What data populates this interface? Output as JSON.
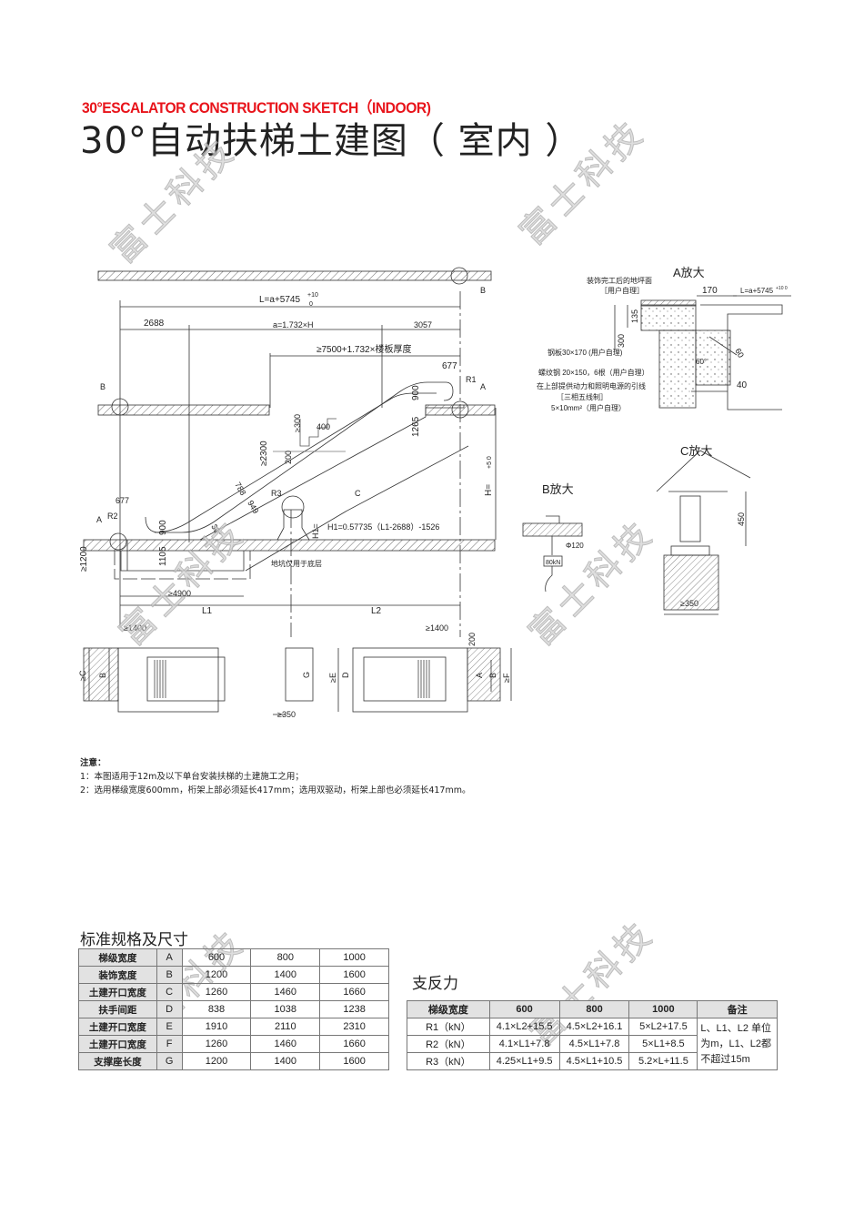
{
  "header": {
    "title_en": "30°ESCALATOR  CONSTRUCTION SKETCH（INDOOR)",
    "title_cn": "30°自动扶梯土建图（ 室内 ）"
  },
  "watermark": "富士科技",
  "drawing": {
    "main": {
      "L_total": "L=a+5745",
      "L_tol_upper": "+10",
      "L_tol_lower": "0",
      "d_2688": "2688",
      "d_a": "a=1.732×H",
      "d_3057": "3057",
      "d_min": "≥7500+1.732×楼板厚度",
      "d_677_top": "677",
      "d_677_bot": "677",
      "R1": "R1",
      "R2": "R2",
      "R3": "R3",
      "A_top": "A",
      "A_bot": "A",
      "B_left": "B",
      "B_top": "B",
      "C": "C",
      "d_900_top": "900",
      "d_1265": "1265",
      "d_300": "≥300",
      "d_400": "400",
      "d_200": "200",
      "d_2300": "≥2300",
      "d_788": "788",
      "d_949": "949",
      "d_30": "30°",
      "d_900_bot": "900",
      "d_1105": "1105",
      "d_1200": "≥1200",
      "H": "H=",
      "H_tol": "+5 0",
      "H1": "H1=",
      "H1_formula": "H1=0.57735（L1-2688）-1526",
      "pit_note": "地坑仅用于底层",
      "d_4900": "≥4900",
      "L1": "L1",
      "L2": "L2"
    },
    "plan": {
      "d_1400_left": "≥1400",
      "d_1400_right": "≥1400",
      "d_200": "200",
      "d_350": "≥350",
      "C": "≥C",
      "B_left": "B",
      "G": "G",
      "E": "≥E",
      "D": "D",
      "A": "A",
      "B_right": "B",
      "F": "≥F"
    },
    "detail_a": {
      "title": "A放大",
      "d_170": "170",
      "L": "L=a+5745",
      "L_tol": "+10 0",
      "note_floor_1": "装饰完工后的地坪面",
      "note_floor_2": "［用户自理］",
      "d_135": "135",
      "d_300": "300",
      "note_plate": "钢板30×170 (用户自理)",
      "note_rebar": "螺纹钢 20×150，6根（用户自理）",
      "note_power_1": "在上部提供动力和照明电源的引线",
      "note_power_2": "［三相五线制］",
      "note_power_3": "5×10mm²（用户自理）",
      "d_60": "60",
      "d_60deg": "60°",
      "d_40": "40"
    },
    "detail_b": {
      "title": "B放大",
      "d_120": "Φ120",
      "load": "80kN"
    },
    "detail_c": {
      "title": "C放大",
      "d_450": "450",
      "d_350": "≥350"
    }
  },
  "notes": {
    "heading": "注意：",
    "items": [
      "1：本图适用于12m及以下单台安装扶梯的土建施工之用；",
      "2：选用梯级宽度600mm，桁架上部必须延长417mm；选用双驱动，桁架上部也必须延长417mm。"
    ]
  },
  "spec_table": {
    "title": "标准规格及尺寸",
    "rows": [
      {
        "label": "梯级宽度",
        "key": "A",
        "v": [
          "600",
          "800",
          "1000"
        ]
      },
      {
        "label": "装饰宽度",
        "key": "B",
        "v": [
          "1200",
          "1400",
          "1600"
        ]
      },
      {
        "label": "土建开口宽度",
        "key": "C",
        "v": [
          "1260",
          "1460",
          "1660"
        ]
      },
      {
        "label": "扶手间距",
        "key": "D",
        "v": [
          "838",
          "1038",
          "1238"
        ]
      },
      {
        "label": "土建开口宽度",
        "key": "E",
        "v": [
          "1910",
          "2110",
          "2310"
        ]
      },
      {
        "label": "土建开口宽度",
        "key": "F",
        "v": [
          "1260",
          "1460",
          "1660"
        ]
      },
      {
        "label": "支撑座长度",
        "key": "G",
        "v": [
          "1200",
          "1400",
          "1600"
        ]
      }
    ]
  },
  "reaction_table": {
    "title": "支反力",
    "headers": [
      "梯级宽度",
      "600",
      "800",
      "1000",
      "备注"
    ],
    "rows": [
      {
        "label": "R1（kN）",
        "v": [
          "4.1×L2+15.5",
          "4.5×L2+16.1",
          "5×L2+17.5"
        ]
      },
      {
        "label": "R2（kN）",
        "v": [
          "4.1×L1+7.8",
          "4.5×L1+7.8",
          "5×L1+8.5"
        ]
      },
      {
        "label": "R3（kN）",
        "v": [
          "4.25×L1+9.5",
          "4.5×L1+10.5",
          "5.2×L+11.5"
        ]
      }
    ],
    "remark": "L、L1、L2 单位为m，L1、L2都不超过15m"
  },
  "colors": {
    "title_red": "#e8141b",
    "table_header_bg": "#e2e2e2"
  }
}
